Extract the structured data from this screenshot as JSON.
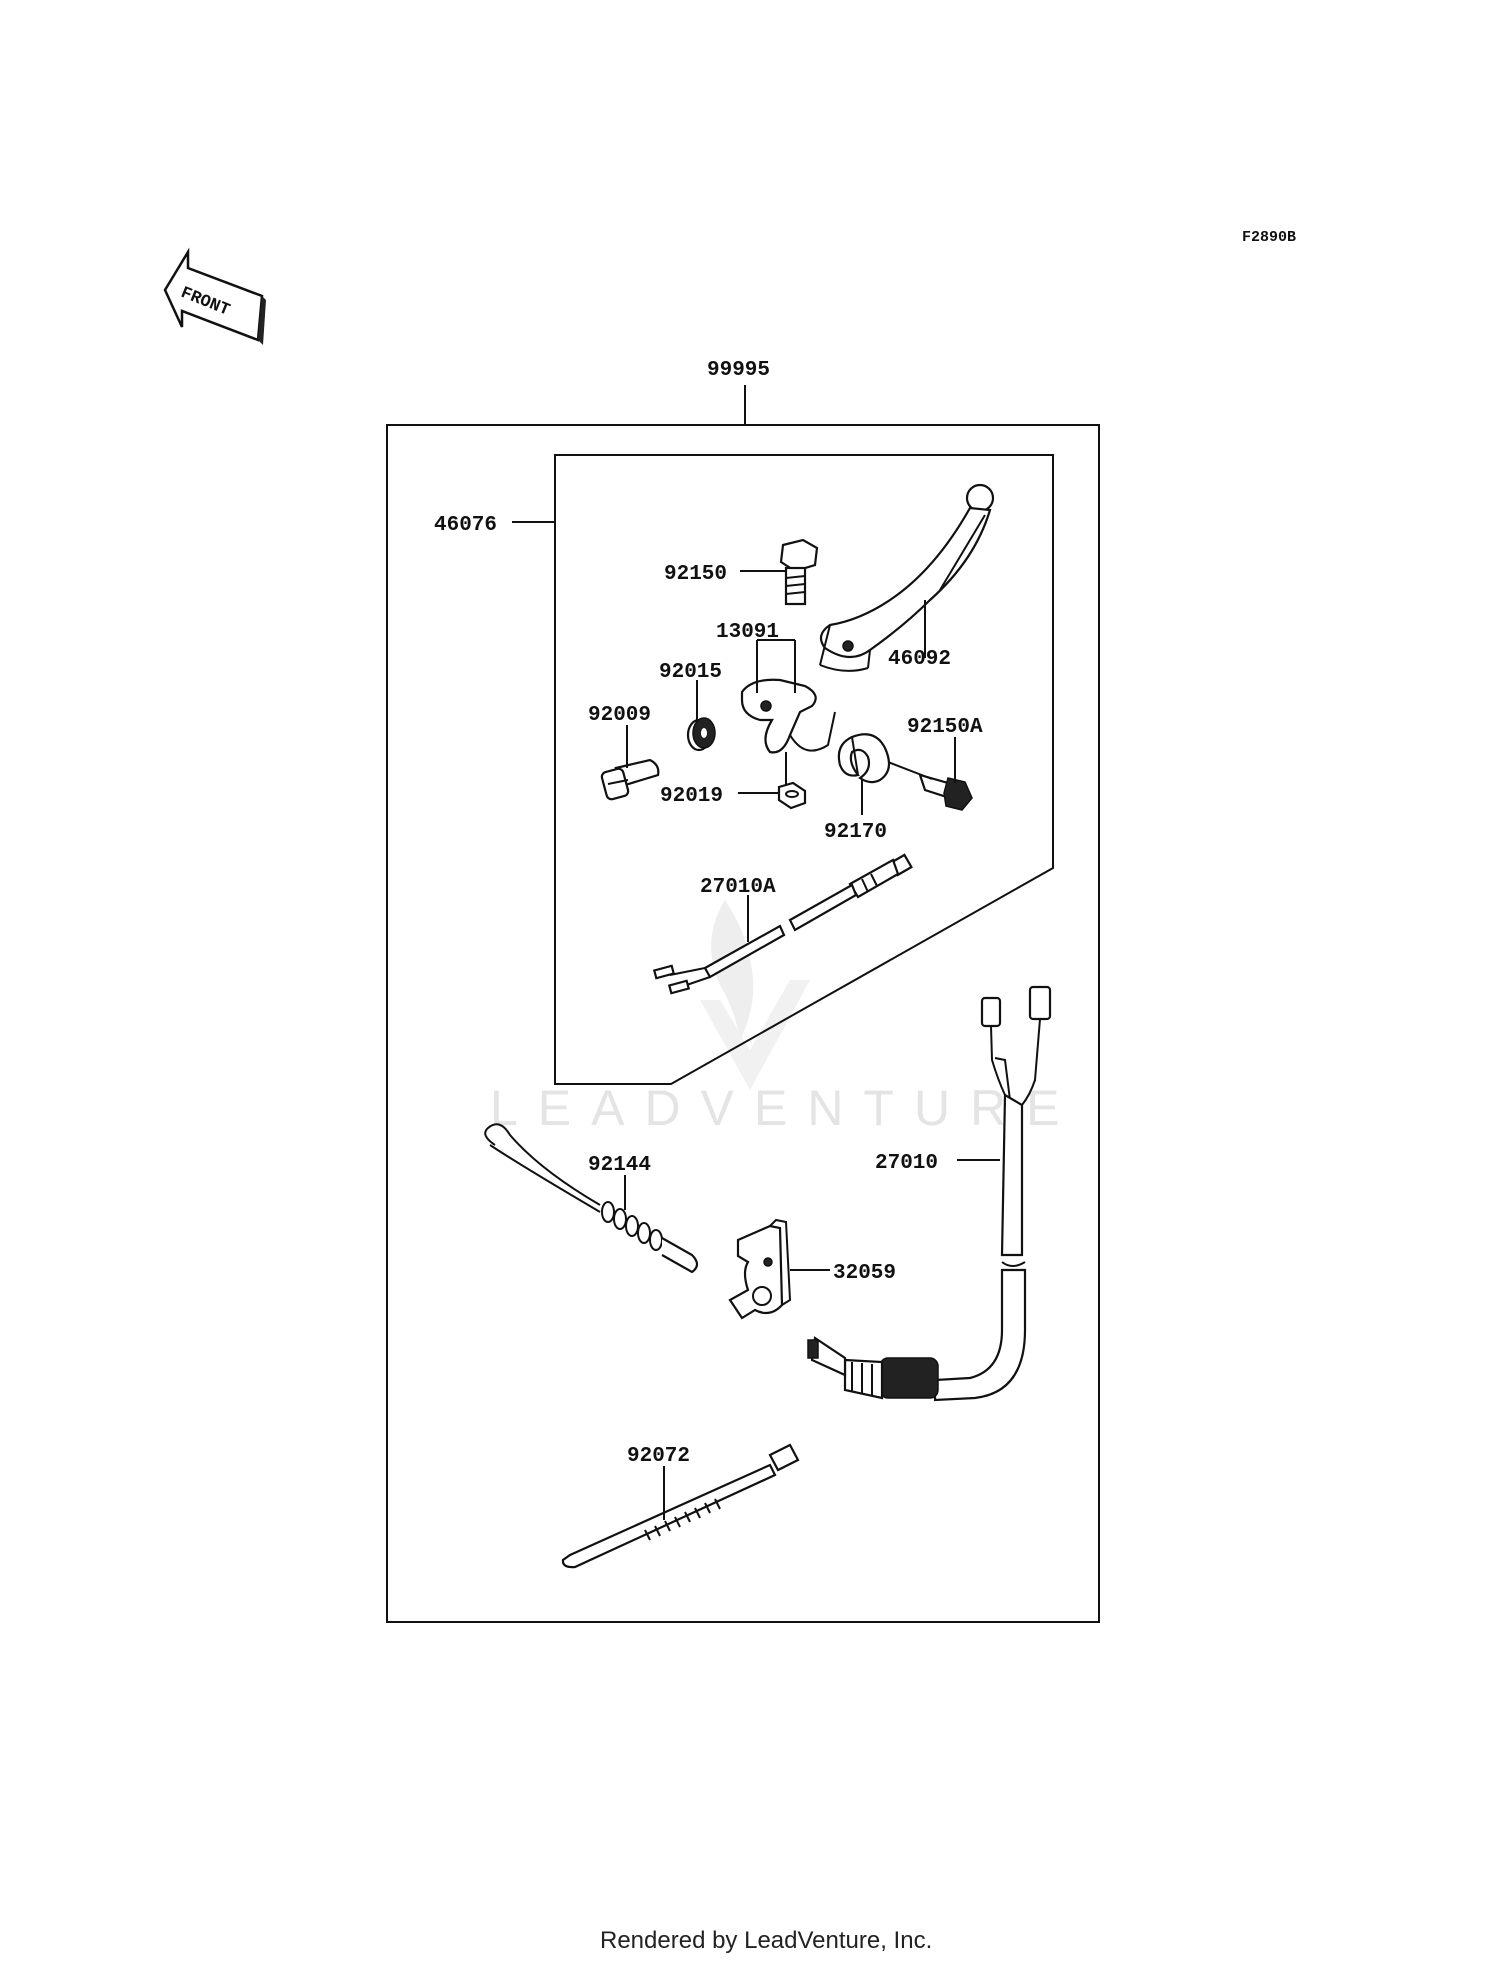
{
  "figure_code": "F2890B",
  "front_label": "FRONT",
  "watermark": "LEADVENTURE",
  "footer": "Rendered by LeadVenture, Inc.",
  "callouts": {
    "c99995": "99995",
    "c46076": "46076",
    "c92150": "92150",
    "c13091": "13091",
    "c92015": "92015",
    "c46092": "46092",
    "c92009": "92009",
    "c92150A": "92150A",
    "c92019": "92019",
    "c92170": "92170",
    "c27010A": "27010A",
    "c92144": "92144",
    "c27010": "27010",
    "c32059": "32059",
    "c92072": "92072"
  }
}
